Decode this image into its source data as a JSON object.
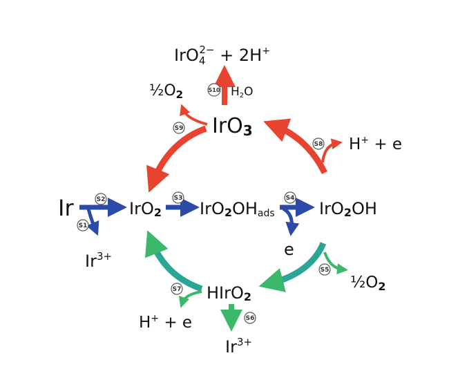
{
  "colors": {
    "red": "#e8432f",
    "blue": "#2c4aa8",
    "green": "#3cb86a",
    "teal": "#2aa596"
  },
  "species": {
    "iro4": {
      "base": "IrO",
      "sub": "4",
      "sup": "2−",
      "rest": " + 2H",
      "sup2": "+"
    },
    "half_o2_top": {
      "base": "½O",
      "sub": "2"
    },
    "h2o": {
      "base": "H",
      "sub": "2",
      "rest": "O"
    },
    "iro3": {
      "base": "IrO",
      "sub": "3"
    },
    "h_e_top": {
      "base": "H",
      "sup": "+",
      "rest": " + e"
    },
    "ir": "Ir",
    "iro2": {
      "base": "IrO",
      "sub": "2"
    },
    "iro2ohads": {
      "base": "IrO",
      "sub": "2",
      "rest": "OH",
      "sub2": "ads"
    },
    "iro2oh": {
      "base": "IrO",
      "sub": "2",
      "rest": "OH"
    },
    "ir3_left": {
      "base": "Ir",
      "sup": "3+"
    },
    "e": "e",
    "half_o2_bottom": {
      "base": "½O",
      "sub": "2"
    },
    "hiro2": {
      "base": "HIrO",
      "sub": "2"
    },
    "h_e_bottom": {
      "base": "H",
      "sup": "+",
      "rest": " + e"
    },
    "ir3_bottom": {
      "base": "Ir",
      "sup": "3+"
    }
  },
  "steps": [
    "S1",
    "S2",
    "S3",
    "S4",
    "S5",
    "S6",
    "S7",
    "S8",
    "S9",
    "S10"
  ]
}
